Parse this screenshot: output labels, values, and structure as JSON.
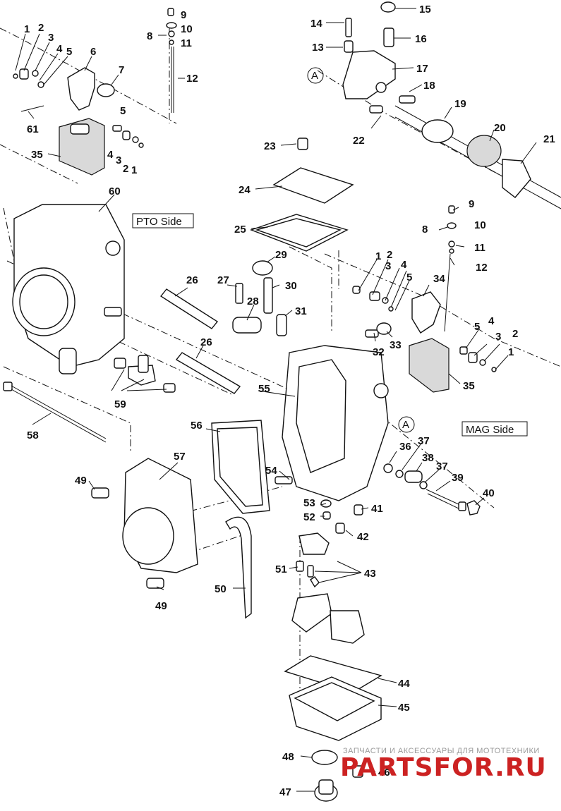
{
  "labels": {
    "pto_side": "PTO Side",
    "mag_side": "MAG Side",
    "ref_a": "A"
  },
  "callouts": [
    "1",
    "2",
    "3",
    "4",
    "5",
    "6",
    "7",
    "8",
    "9",
    "10",
    "11",
    "12",
    "13",
    "14",
    "15",
    "16",
    "17",
    "18",
    "19",
    "20",
    "21",
    "22",
    "23",
    "24",
    "25",
    "26",
    "27",
    "28",
    "29",
    "30",
    "31",
    "32",
    "33",
    "34",
    "35",
    "36",
    "37",
    "38",
    "39",
    "40",
    "41",
    "42",
    "43",
    "44",
    "45",
    "46",
    "47",
    "48",
    "49",
    "50",
    "51",
    "52",
    "53",
    "54",
    "55",
    "56",
    "57",
    "58",
    "59",
    "60",
    "61"
  ],
  "watermark": {
    "tagline": "ЗАПЧАСТИ И АКСЕССУАРЫ ДЛЯ МОТОТЕХНИКИ",
    "brand": "PARTSFOR.RU"
  },
  "colors": {
    "line": "#111111",
    "brand": "#cc2222",
    "tagline": "#9a9a9a"
  }
}
